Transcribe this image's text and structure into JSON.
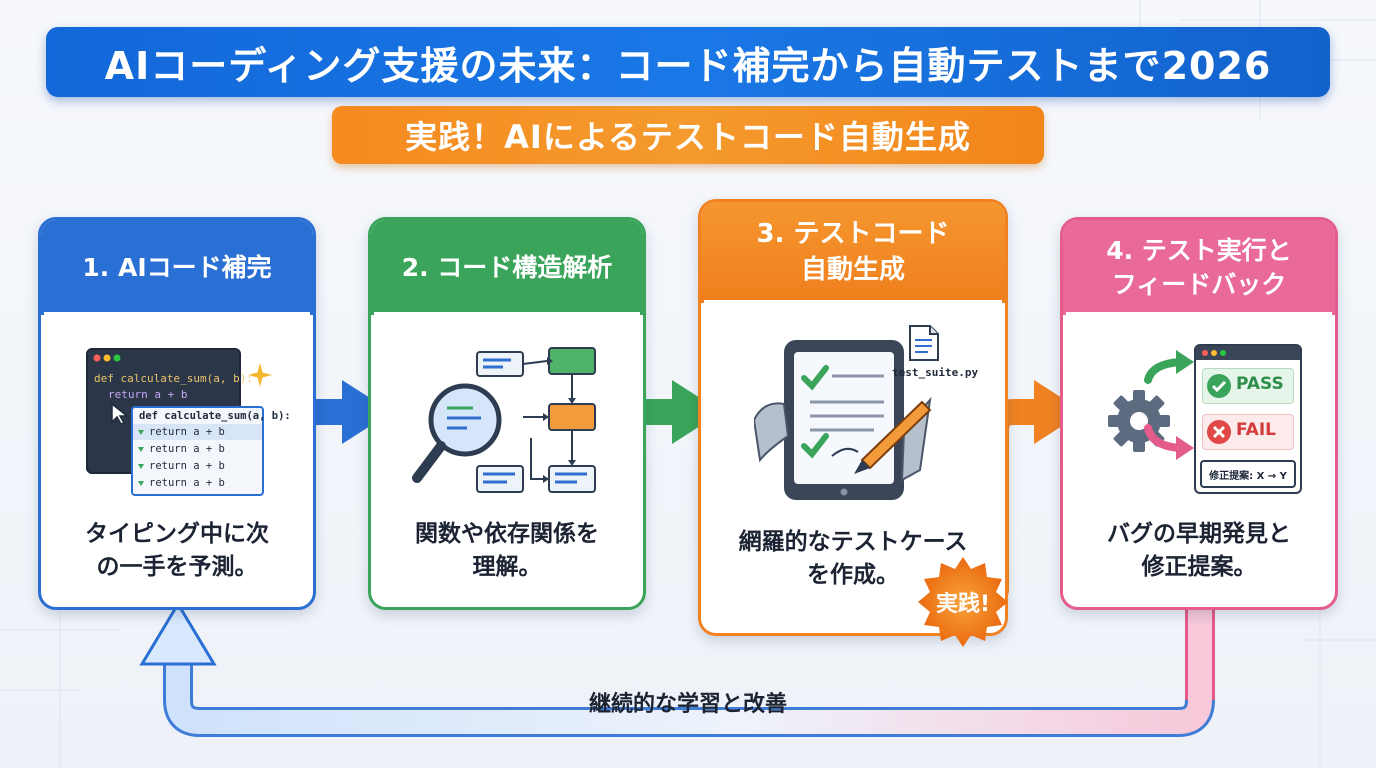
{
  "header": {
    "title": "AIコーディング支援の未来：コード補完から自動テストまで2026",
    "subtitle": "実践！AIによるテストコード自動生成"
  },
  "steps": [
    {
      "heading": "1. AIコード補完",
      "description": "タイピング中に次\nの一手を予測。",
      "color": "#2a6fd4",
      "code": {
        "line1": "def calculate_sum(a, b):",
        "line2": "return a + b",
        "popup_header": "def calculate_sum(a, b):",
        "suggestions": [
          "return a + b",
          "return a + b",
          "return a + b",
          "return a + b"
        ]
      }
    },
    {
      "heading": "2. コード構造解析",
      "description": "関数や依存関係を\n理解。",
      "color": "#3aa55a"
    },
    {
      "heading": "3. テストコード\n自動生成",
      "description": "網羅的なテストケース\nを作成。",
      "color": "#f08222",
      "file_label": "test_suite.py"
    },
    {
      "heading": "4. テスト実行と\nフィードバック",
      "description": "バグの早期発見と\n修正提案。",
      "color": "#e45b8c",
      "pass_label": "PASS",
      "fail_label": "FAIL",
      "fix_label": "修正提案: X → Y"
    }
  ],
  "badge": "実践!",
  "loop_label": "継続的な学習と改善"
}
